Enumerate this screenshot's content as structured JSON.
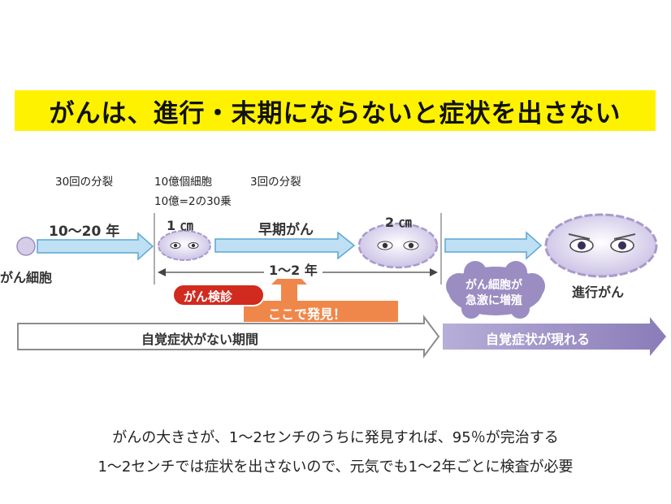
{
  "title": "がんは、進行・末期にならないと症状を出さない",
  "notes": {
    "division30": "30回の分裂",
    "billion_cells": "10億個細胞",
    "billion_power": "10億=2の30乗",
    "division3": "3回の分裂"
  },
  "diagram": {
    "period_10_20": "10〜20 年",
    "cancer_cell": "がん細胞",
    "size_1cm": "1 ㎝",
    "early_cancer": "早期がん",
    "size_2cm": "2 ㎝",
    "period_1_2": "1〜2 年",
    "screening": "がん検診",
    "discover_here": "ここで発見！",
    "rapid_growth_1": "がん細胞が",
    "rapid_growth_2": "急激に増殖",
    "advanced_cancer": "進行がん",
    "no_symptoms": "自覚症状がない期間",
    "symptoms_appear": "自覚症状が現れる"
  },
  "captions": {
    "line1": "がんの大きさが、1〜2センチのうちに発見すれば、95％が完治する",
    "line2": "1〜2センチでは症状を出さないので、元気でも1〜2年ごとに検査が必要"
  },
  "colors": {
    "title_bg": "#fff200",
    "arrow_blue": "#bfe0f3",
    "cell_purple": "#c9bfe0",
    "screening_red": "#d12a1f",
    "discover_orange": "#f0874a",
    "symptom_purple": "#9b8dc2"
  }
}
